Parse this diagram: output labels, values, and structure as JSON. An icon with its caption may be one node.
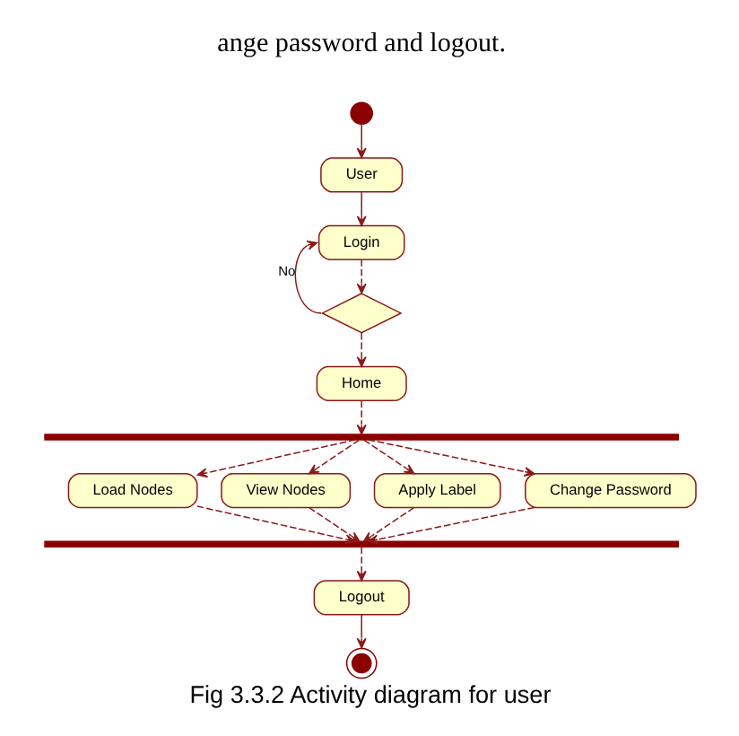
{
  "diagram": {
    "caption": "Fig 3.3.2 Activity diagram for user",
    "nodes": [
      {
        "text": [],
        "shape": "circle"
      },
      {
        "text": [
          "User"
        ]
      },
      {
        "text": [
          "Login"
        ]
      },
      {
        "text": [],
        "shape": "diamond"
      },
      {
        "text": [
          "Home"
        ]
      },
      {
        "text": [],
        "shape": "bar"
      },
      {
        "text": [
          "Load Nodes"
        ]
      },
      {
        "text": [
          "View Nodes"
        ]
      },
      {
        "text": [
          "Apply Label"
        ]
      },
      {
        "text": [
          "Change Password"
        ]
      },
      {
        "text": [],
        "shape": "bar"
      },
      {
        "text": [
          "Logout"
        ]
      },
      {
        "text": [],
        "shape": "circle"
      }
    ],
    "edges": [
      {
        "from": 0,
        "to": 1,
        "arrow": "to"
      },
      {
        "from": 1,
        "to": 2,
        "arrow": "to"
      },
      {
        "from": 2,
        "to": 3,
        "arrow": "to",
        "style": "dashed"
      },
      {
        "from": 3,
        "to": 2,
        "arrow": "to",
        "label": "No"
      },
      {
        "from": 3,
        "to": 4,
        "arrow": "to",
        "style": "dashed"
      },
      {
        "from": 4,
        "to": 5,
        "arrow": "to",
        "style": "dashed"
      },
      {
        "from": 5,
        "to": 6,
        "arrow": "to",
        "style": "dashed"
      },
      {
        "from": 5,
        "to": 7,
        "arrow": "to",
        "style": "dashed"
      },
      {
        "from": 5,
        "to": 8,
        "arrow": "to",
        "style": "dashed"
      },
      {
        "from": 5,
        "to": 9,
        "arrow": "to",
        "style": "dashed"
      },
      {
        "from": 6,
        "to": 10,
        "arrow": "to",
        "style": "dashed"
      },
      {
        "from": 7,
        "to": 10,
        "arrow": "to",
        "style": "dashed"
      },
      {
        "from": 8,
        "to": 10,
        "arrow": "to",
        "style": "dashed"
      },
      {
        "from": 9,
        "to": 10,
        "arrow": "to",
        "style": "dashed"
      },
      {
        "from": 10,
        "to": 11,
        "arrow": "to",
        "style": "dashed"
      },
      {
        "from": 11,
        "to": 12,
        "arrow": "to"
      }
    ],
    "labels": [
      "ange password and logout."
    ]
  }
}
